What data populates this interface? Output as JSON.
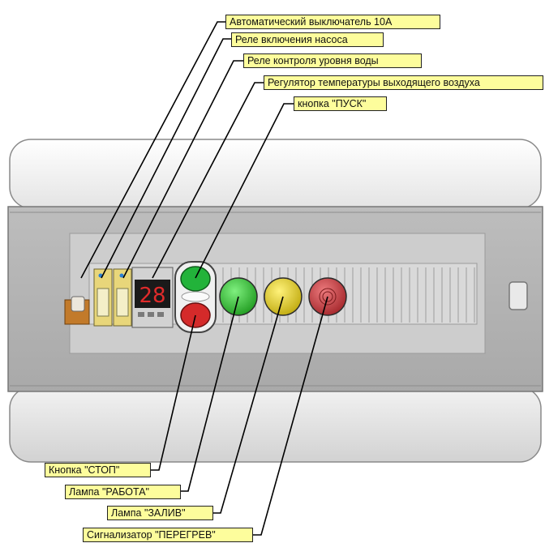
{
  "callouts_top": [
    {
      "id": "breaker",
      "text": "Автоматический выключатель 10A"
    },
    {
      "id": "pump_relay",
      "text": "Реле включения насоса"
    },
    {
      "id": "level_relay",
      "text": "Реле контроля уровня воды"
    },
    {
      "id": "temp_regulator",
      "text": "Регулятор температуры выходящего воздуха"
    },
    {
      "id": "start_button",
      "text": "кнопка \"ПУСК\""
    }
  ],
  "callouts_bottom": [
    {
      "id": "stop_button",
      "text": "Кнопка \"СТОП\""
    },
    {
      "id": "work_lamp",
      "text": "Лампа \"РАБОТА\""
    },
    {
      "id": "fill_lamp",
      "text": "Лампа \"ЗАЛИВ\""
    },
    {
      "id": "overheat_alarm",
      "text": "Сигнализатор \"ПЕРЕГРЕВ\""
    }
  ],
  "display": {
    "value": "28",
    "color": "#e02b2b"
  },
  "colors": {
    "callout_fill": "#fdfd9c",
    "start_green": "#22b33a",
    "stop_red": "#d42a2a",
    "lamp_green": "#2fbf2f",
    "lamp_yellow": "#e0d21c",
    "lamp_red": "#c0393c"
  }
}
